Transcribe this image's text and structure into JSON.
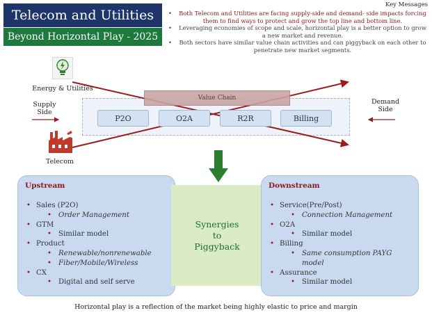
{
  "title": {
    "line1": "Telecom and Utilities",
    "line2": "Beyond Horizontal Play - 2025"
  },
  "key_messages": {
    "heading": "Key Messages",
    "items": [
      {
        "text": "Both Telecom and Utilities  are facing supply-side and demand- side impacts forcing them to find ways to protect and grow the top line and bottom line.",
        "color": "#8b1a1a"
      },
      {
        "text": "Leveraging economies of scope and scale, horizontal play is a better option to grow a new market and revenue.",
        "color": "#444444"
      },
      {
        "text": "Both sectors have similar value chain activities and can piggyback on each other to penetrate new market segments.",
        "color": "#444444"
      }
    ]
  },
  "diagram": {
    "energy_label": "Energy & Utilities",
    "telecom_label": "Telecom",
    "supply_label": "Supply Side",
    "demand_label": "Demand Side",
    "value_chain_label": "Value Chain",
    "value_chain_items": [
      "P2O",
      "O2A",
      "R2R",
      "Billing"
    ],
    "line_color": "#9b1c1c",
    "arrow_color": "#2e7d32"
  },
  "upstream": {
    "heading": "Upstream",
    "items": [
      {
        "text": "Sales (P2O)",
        "level": 1,
        "italic": false
      },
      {
        "text": "Order Management",
        "level": 2,
        "italic": true
      },
      {
        "text": "GTM",
        "level": 1,
        "italic": false
      },
      {
        "text": "Similar model",
        "level": 2,
        "italic": false
      },
      {
        "text": "Product",
        "level": 1,
        "italic": false
      },
      {
        "text": "Renewable/nonrenewable",
        "level": 2,
        "italic": true
      },
      {
        "text": "Fiber/Mobile/Wireless",
        "level": 2,
        "italic": true
      },
      {
        "text": "CX",
        "level": 1,
        "italic": false
      },
      {
        "text": "Digital and self serve",
        "level": 2,
        "italic": false
      }
    ]
  },
  "downstream": {
    "heading": "Downstream",
    "items": [
      {
        "text": "Service(Pre/Post)",
        "level": 1,
        "italic": false
      },
      {
        "text": "Connection  Management",
        "level": 2,
        "italic": true
      },
      {
        "text": "O2A",
        "level": 1,
        "italic": false
      },
      {
        "text": "Similar model",
        "level": 2,
        "italic": false
      },
      {
        "text": "Billing",
        "level": 1,
        "italic": false
      },
      {
        "text": "Same consumption PAYG model",
        "level": 2,
        "italic": true
      },
      {
        "text": "Assurance",
        "level": 1,
        "italic": false
      },
      {
        "text": "Similar model",
        "level": 2,
        "italic": false
      }
    ]
  },
  "synergies": {
    "line1": "Synergies",
    "line2": "to",
    "line3": "Piggyback"
  },
  "footer": "Horizontal play is a reflection of the market being highly elastic to price and margin"
}
